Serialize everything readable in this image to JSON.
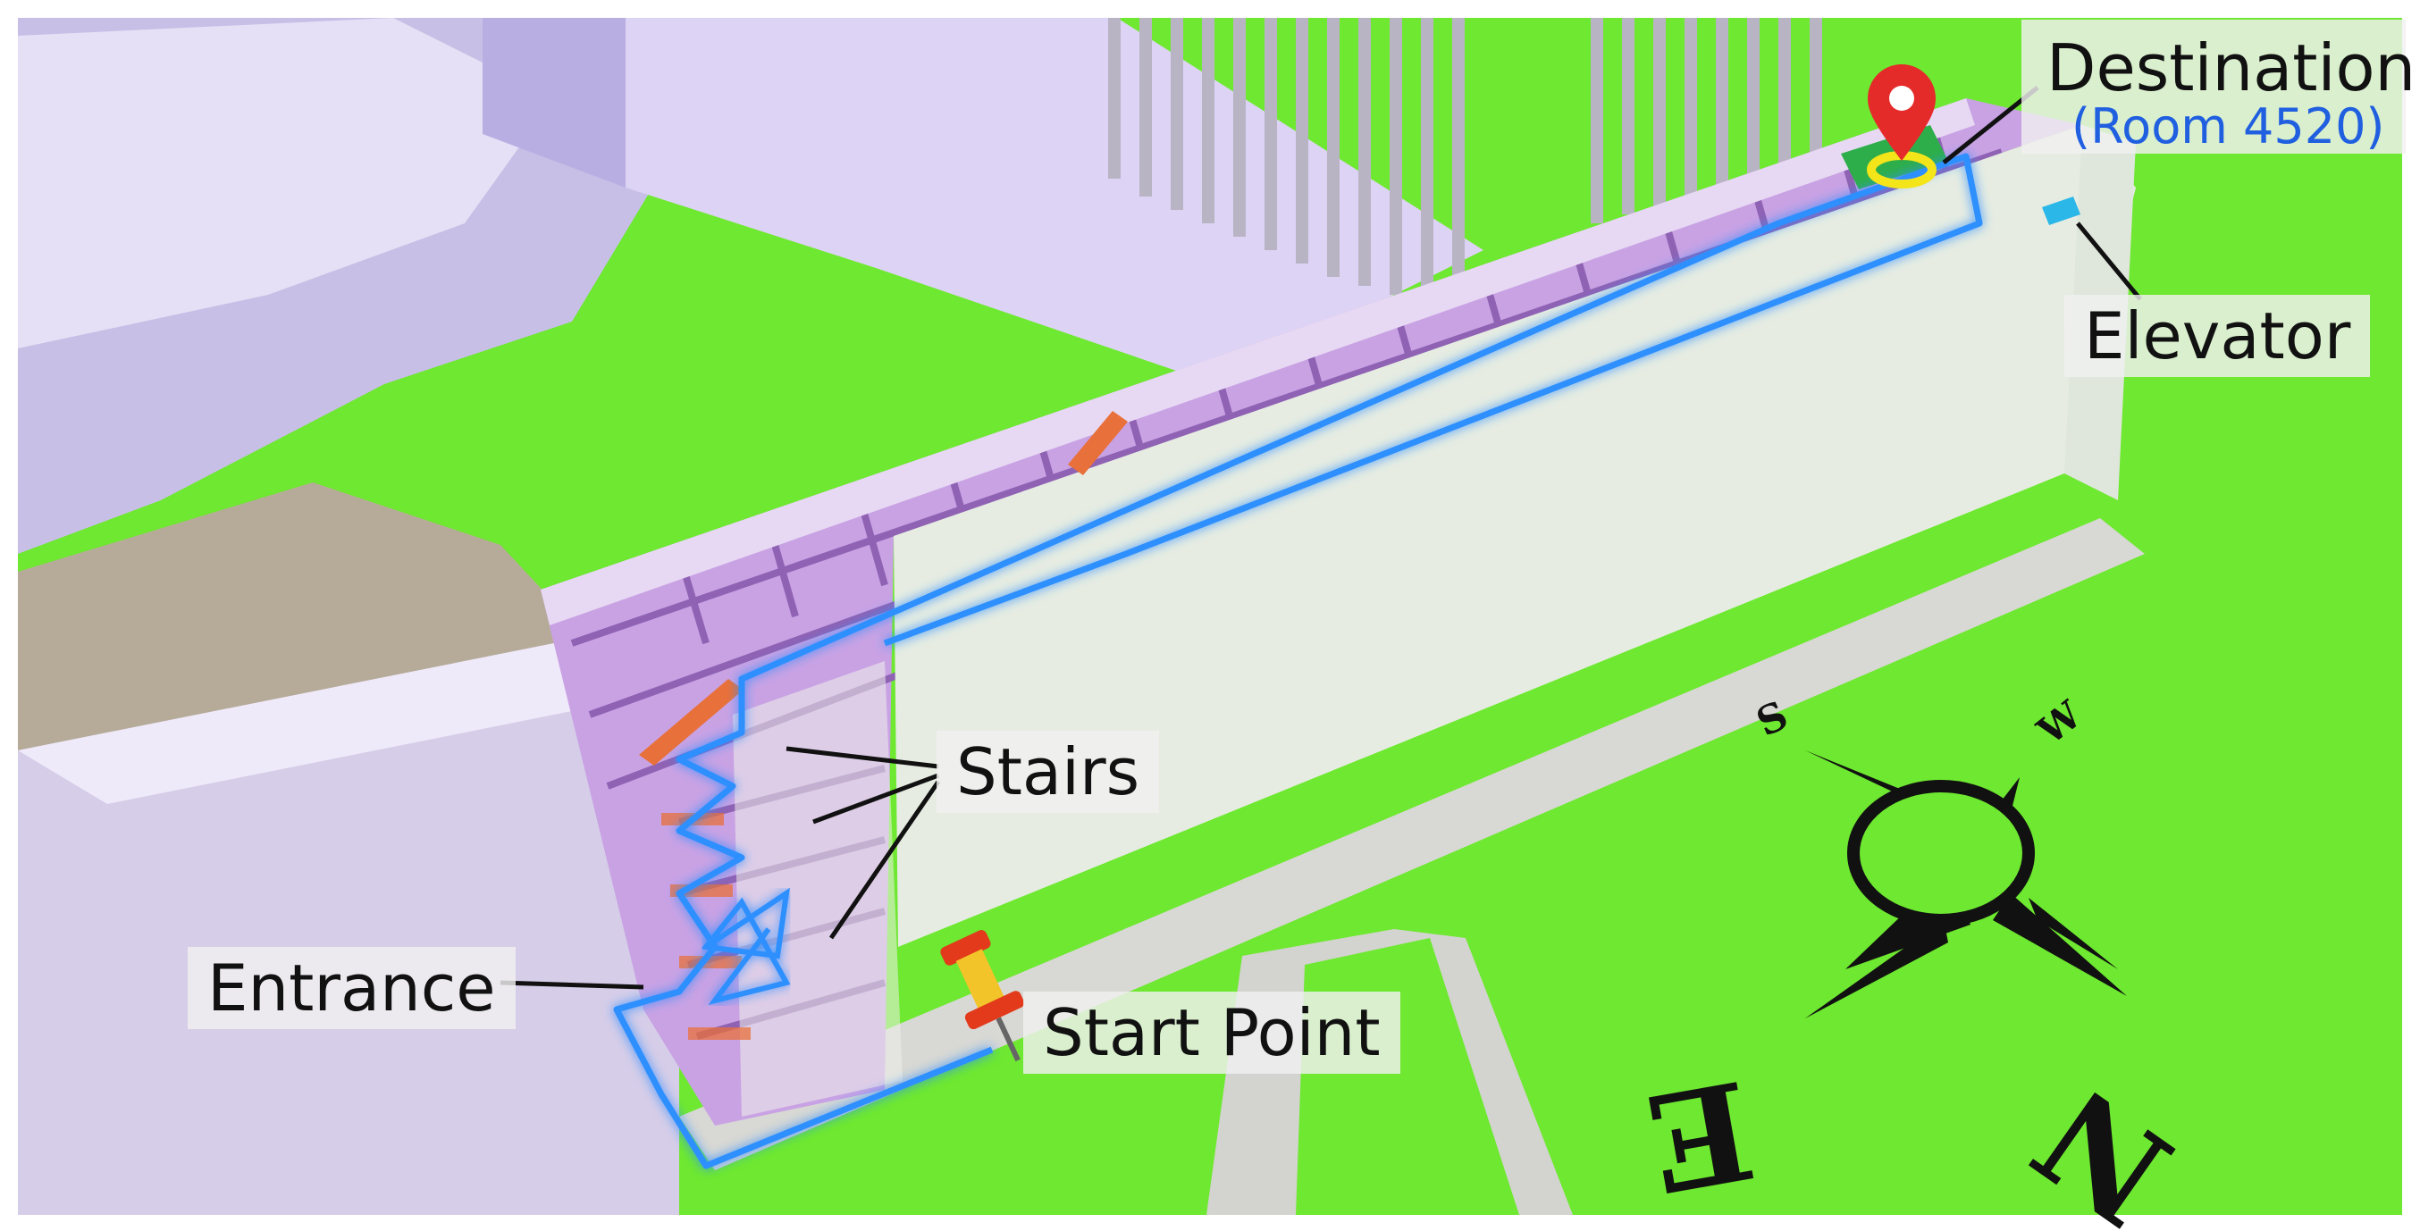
{
  "labels": {
    "destination": "Destination",
    "destination_room": "(Room 4520)",
    "elevator": "Elevator",
    "stairs": "Stairs",
    "entrance": "Entrance",
    "start_point": "Start Point"
  },
  "compass": {
    "north": "N",
    "south": "S",
    "east": "E",
    "west": "W"
  },
  "colors": {
    "grass": "#6ee830",
    "building": "#c9a2e4",
    "walls": "#e6e9e2",
    "route": "#2f8fff",
    "stairs": "#e8703a",
    "destination_marker": "#e52a2a",
    "ring": "#f4e41a",
    "elevator": "#2bb7e8"
  }
}
